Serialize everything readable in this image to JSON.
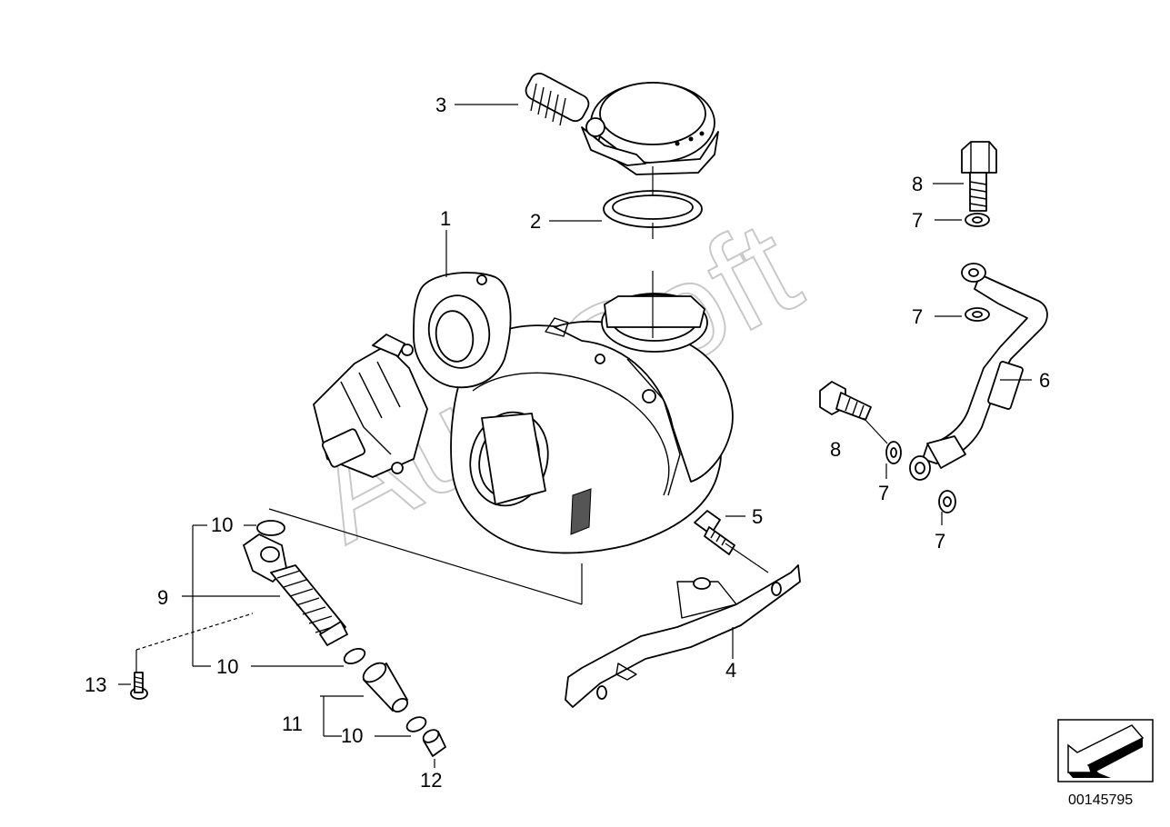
{
  "watermark": "AutoSoft",
  "document_number": "00145795",
  "callouts": [
    "1",
    "2",
    "3",
    "4",
    "5",
    "6",
    "7",
    "7",
    "7",
    "7",
    "8",
    "8",
    "9",
    "10",
    "10",
    "10",
    "11",
    "12",
    "13"
  ],
  "nav_icon": "arrow-icon"
}
